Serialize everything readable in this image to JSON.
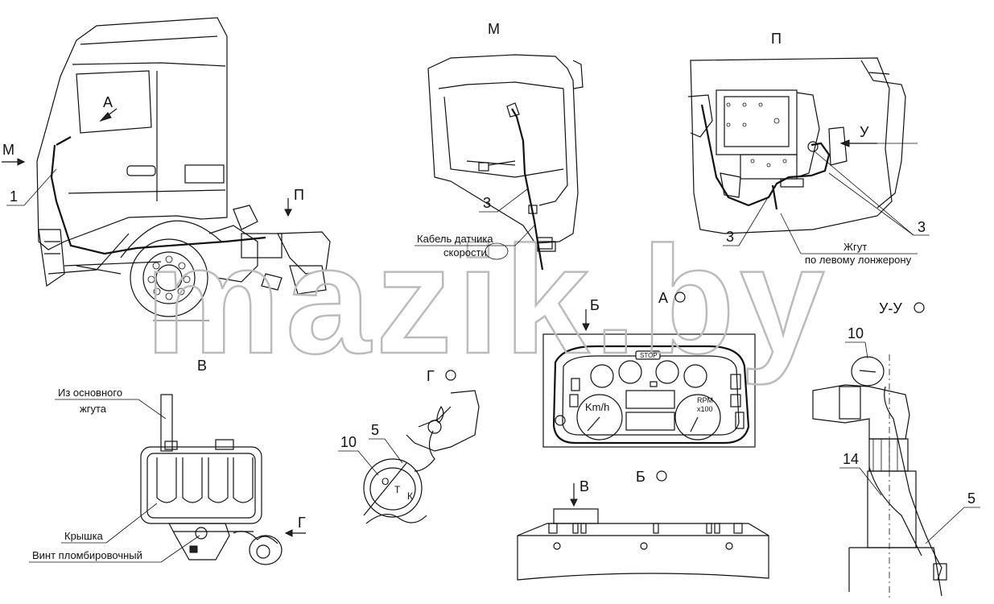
{
  "views": {
    "view_m": "М",
    "view_p": "П",
    "view_a": "А",
    "view_b": "Б",
    "view_v": "В",
    "view_g": "Г",
    "view_uu": "У-У"
  },
  "arrows": {
    "m": "М",
    "a": "А",
    "p": "П",
    "u": "У",
    "b": "Б",
    "v": "В",
    "g": "Г"
  },
  "callouts": {
    "n1": "1",
    "n3_m": "3",
    "n3_p_left": "3",
    "n3_p_right": "3",
    "n5_g": "5",
    "n10_g": "10",
    "n10_uu": "10",
    "n14": "14",
    "n5_uu": "5"
  },
  "labels": {
    "speed_cable_1": "Кабель датчика",
    "speed_cable_2": "скорости",
    "harness_1": "Жгут",
    "harness_2": "по левому лонжерону",
    "main_harness_1": "Из основного",
    "main_harness_2": "жгута",
    "cover": "Крышка",
    "seal_screw": "Винт пломбировочный"
  },
  "dashboard": {
    "stop": "STOP",
    "speed_unit": "Km/h",
    "rpm_1": "RPM",
    "rpm_2": "x100"
  },
  "seal": {
    "l1": "О",
    "l2": "Т",
    "l3": "К"
  },
  "watermark": "mazik.by"
}
